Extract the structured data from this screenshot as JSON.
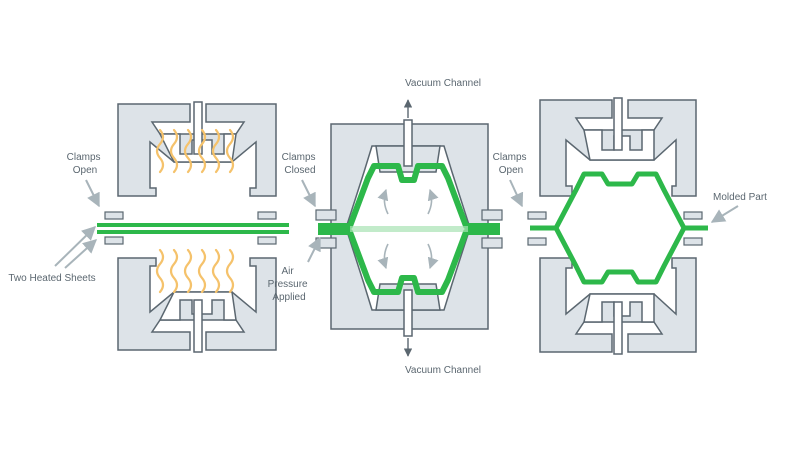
{
  "labels": {
    "clamps_open_left": [
      "Clamps",
      "Open"
    ],
    "two_heated_sheets": "Two Heated Sheets",
    "clamps_closed": [
      "Clamps",
      "Closed"
    ],
    "air_pressure_applied": [
      "Air",
      "Pressure",
      "Applied"
    ],
    "vacuum_channel_top": "Vacuum Channel",
    "vacuum_channel_bottom": "Vacuum Channel",
    "clamps_open_right": [
      "Clamps",
      "Open"
    ],
    "molded_part": "Molded Part"
  },
  "stages": [
    "sheets-heated-clamps-open",
    "clamps-closed-pressure-applied",
    "part-molded-clamps-open"
  ],
  "colors": {
    "mold_fill": "#dde3e8",
    "mold_stroke": "#5b6770",
    "sheet": "#2db84a",
    "sheet_light": "#a8e3b4",
    "heat": "#f5c26b",
    "label": "#5b6770",
    "pointer": "#a8b4ba"
  }
}
